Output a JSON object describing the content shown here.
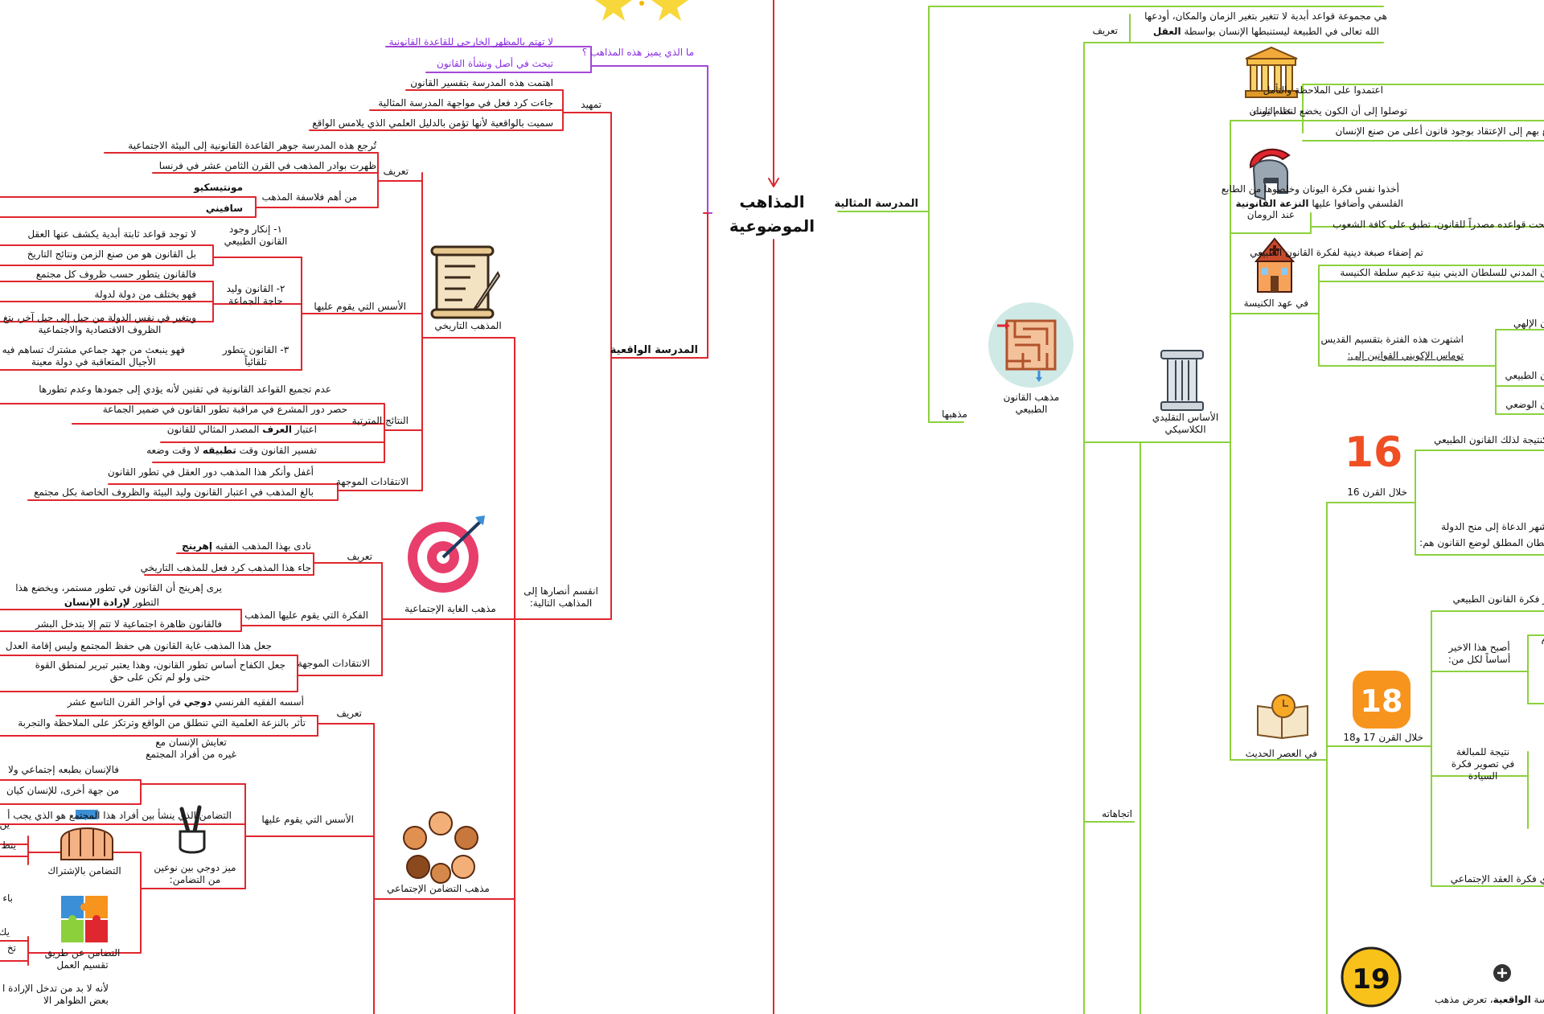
{
  "title": [
    "المذاهب",
    "الموضوعية"
  ],
  "colors": {
    "green": "#8cd13c",
    "red": "#e0262e",
    "purple": "#a348d6"
  },
  "icons": [
    "stars-icon",
    "greek-temple-icon",
    "roman-helmet-icon",
    "church-icon",
    "maze-icon",
    "column-icon",
    "number-16-icon",
    "number-18-icon",
    "number-19-icon",
    "clock-book-icon",
    "scroll-icon",
    "target-icon",
    "hands-circle-icon",
    "victory-hand-icon",
    "hands-stack-icon",
    "puzzle-icon",
    "plus-circle-icon"
  ],
  "right": {
    "idealism": "المدرسة المثالية",
    "definition": "تعريف",
    "def_line1": "هي مجموعة قواعد أبدية لا تتغير بتغير الزمان والمكان، أودعها",
    "def_line2_pre": "الله تعالى في الطبيعة ليستنبطها الإنسان بواسطة ",
    "def_line2_bold": "العقل",
    "doctrines": "مذهبها",
    "natural_law": [
      "مذهب القانون",
      "الطبيعي"
    ],
    "classical": [
      "الأساس التقليدي",
      "الكلاسيكي"
    ],
    "greeks": "عند اليونان",
    "g1": "اعتمدوا على الملاحظة والتأمل",
    "g2": "توصلوا إلى أن الكون يخضع لنظام ثابت",
    "g3": "ع بهم إلى الإعتقاد بوجود قانون أعلى من صنع الإنسان",
    "romans": "عند الرومان",
    "r1": "أخذوا نفس فكرة اليونان وخلصوها من الطابع",
    "r2_pre": "الفلسفي وأضافوا عليها ",
    "r2_bold": "النزعة القانونية",
    "r3": "بحت قواعده مصدراً للقانون، تطبق على كافة الشعوب",
    "church": "في عهد الكنيسة",
    "c1": "تم إضفاء صبغة دينية لفكرة القانون الطبيعي",
    "c2": "ن المدني للسلطان الديني بنية تدعيم سلطة الكنيسة",
    "c3": "اشتهرت هذه الفترة بتقسيم القديس",
    "c4": "توماس الإكويني القوانين إلى:",
    "c_divine": "ن الإلهي",
    "c_natural": "ن الطبيعي",
    "c_positive": "ن الوضعي",
    "trends": "اتجاهاته",
    "modern": "في العصر الحديث",
    "c16": "خلال القرن 16",
    "c16_a": "كنتيجة لذلك القانون الطبيعي",
    "c16_b1": "شهر الدعاة إلى منح الدولة",
    "c16_b2": "لطان المطلق لوضع القانون هم:",
    "c1718": "خلال القرن 17 و18",
    "c18_a": "ر فكرة القانون الطبيعي",
    "c18_b": [
      "أصبح هذا الاخير",
      "أساساً لكل من:"
    ],
    "c18_c": [
      "نتيجة للمبالغة",
      "في تصوير فكرة",
      "السيادة"
    ],
    "c18_d": "ي فكرة العقد الإجتماعي",
    "c18_m": "م",
    "n16": "16",
    "n18": "18",
    "n19": "19",
    "bottom1_pre": "سة ",
    "bottom1_bold": "الواقعية",
    "bottom1_post": "، تعرض مذهب"
  },
  "left": {
    "question": "ما الذي يميز هذه المذاهب ؟",
    "q1": "لا تهتم بالمظهر الخارجي للقاعدة القانونية",
    "q2": "تبحث في أصل ونشأة القانون",
    "realism": "المدرسة الواقعية",
    "intro": "تمهيد",
    "i1": "اهتمت هذه المدرسة بتفسير القانون",
    "i2": "جاءت كرد فعل في مواجهة المدرسة المثالية",
    "i3": "سميت بالواقعية لأنها تؤمن بالدليل العلمي الذي يلامس الواقع",
    "followers": [
      "انقسم أنصارها إلى",
      "المذاهب التالية:"
    ],
    "historical": "المذهب التاريخي",
    "h_def": "تعريف",
    "hd1": "تُرجع هذه المدرسة جوهر القاعدة القانونية إلى البيئة الاجتماعية",
    "hd2": "ظهرت بوادر المذهب في القرن الثامن عشر في فرنسا",
    "hd3": "من أهم فلاسفة المذهب",
    "phil1": "مونتيسكيو",
    "phil2": "سافيني",
    "h_bases": "الأسس التي يقوم عليها",
    "b1": [
      "١- إنكار وجود",
      "القانون الطبيعي"
    ],
    "b1a": "لا توجد قواعد ثابتة أبدية يكشف عنها العقل",
    "b1b": "بل القانون هو من صنع الزمن ونتائج التاريخ",
    "b2": [
      "٢- القانون وليد",
      "حاجة الجماعة"
    ],
    "b2a": "فالقانون يتطور حسب ظروف كل مجتمع",
    "b2b": "فهو يختلف من دولة لدولة",
    "b2c": [
      "ويتغير في نفس الدولة من جيل إلى جيل آخر، بتغ",
      "الظروف الاقتصادية والاجتماعية"
    ],
    "b3": [
      "٣- القانون يتطور",
      "تلقائياً"
    ],
    "b3a": [
      "فهو ينبعث من جهد جماعي مشترك تساهم فيه",
      "الأجيال المتعاقبة في دولة معينة"
    ],
    "h_results": "النتائج المترتبة",
    "res1": "عدم تجميع القواعد القانونية في تقنين لأنه يؤدي إلى جمودها وعدم تطورها",
    "res2": "حصر دور المشرع في مراقبة تطور القانون في ضمير الجماعة",
    "res3_pre": "اعتبار ",
    "res3_bold": "العرف",
    "res3_post": " المصدر المثالي للقانون",
    "res4_pre": "تفسير القانون وقت ",
    "res4_bold": "تطبيقه",
    "res4_post": " لا وقت وضعه",
    "h_critique": "الانتقادات الموجهة",
    "cr1": "أغفل وأنكر هذا المذهب دور العقل في تطور القانون",
    "cr2": "بالغ المذهب في اعتبار القانون وليد البيئة والظروف الخاصة بكل مجتمع",
    "social_goal": "مذهب الغاية الإجتماعية",
    "sg_def": "تعريف",
    "sg1_pre": "نادى بهذا المذهب الفقيه ",
    "sg1_bold": "إهرينج",
    "sg2": "جاء هذا المذهب كرد فعل للمذهب التاريخي",
    "sg_idea": "الفكرة التي يقوم عليها المذهب",
    "sgi1": "يرى إهرينج أن القانون في تطور مستمر، ويخضع هذا",
    "sgi2_pre": "التطور ",
    "sgi2_bold": "لإرادة الإنسان",
    "sgi3": "فالقانون ظاهرة اجتماعية لا تتم إلا بتدخل البشر",
    "sg_crit": "الانتقادات الموجهة",
    "sgc1": "جعل هذا المذهب غاية القانون هي حفظ المجتمع وليس إقامة العدل",
    "sgc2": [
      "جعل الكفاح أساس تطور القانون، وهذا يعتبر تبرير لمنطق القوة",
      "حتى ولو لم تكن على حق"
    ],
    "solidarity": "مذهب التضامن الإجتماعي",
    "so_def": "تعريف",
    "so1_pre": "أسسه الفقيه الفرنسي ",
    "so1_bold": "دوجي",
    "so1_post": "  في أواخر القرن التاسع عشر",
    "so2": "تأثر بالنزعة العلمية التي تنطلق من الواقع وترتكز على الملاحظة والتجربة",
    "so_bases": "الأسس التي يقوم عليها",
    "sb1": [
      "تعايش الإنسان مع",
      "غيره من أفراد المجتمع"
    ],
    "sb1a": "فالإنسان بطبعه إجتماعي ولا",
    "sb1b": "من جهة أخرى، للإنسان كيان",
    "sb2": "التضامن الذي ينشأ بين أفراد هذا المجتمع هو الذي يجب أ",
    "sb3": [
      "ميز دوجي بين نوعين",
      "من التضامن:"
    ],
    "shared": "التضامن بالإشتراك",
    "shared_a": "ين",
    "shared_b": "يتط",
    "labor": [
      "التضامن عن طريق",
      "تقسيم العمل"
    ],
    "labor_a": "باء",
    "labor_b": "يك",
    "labor_c": "تخ",
    "bottom": [
      "لأنه لا بد من تدخل الإرادة ا",
      "بعض الظواهر الا"
    ]
  }
}
